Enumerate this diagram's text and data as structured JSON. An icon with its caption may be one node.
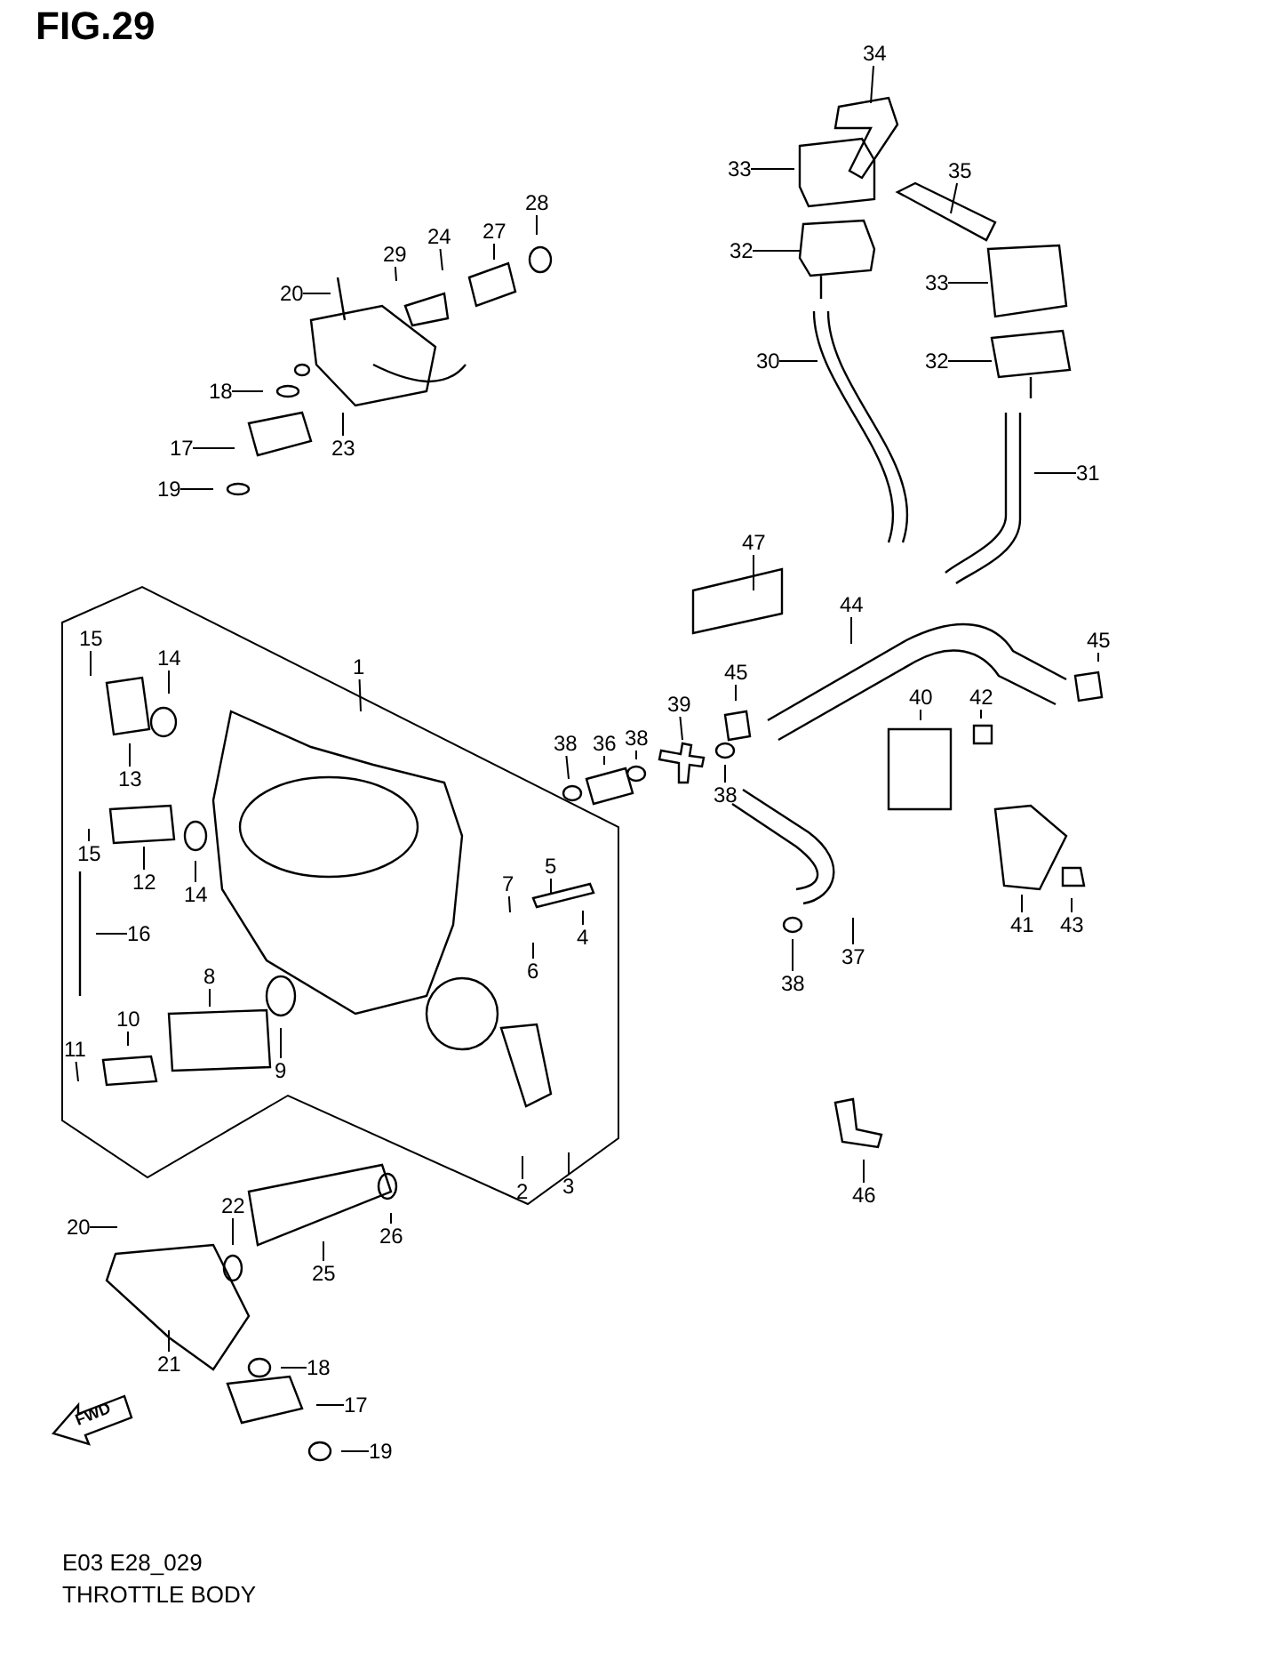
{
  "diagram": {
    "nodes": [
      {
        "text": [
          "34"
        ]
      },
      {
        "text": [
          "33"
        ]
      },
      {
        "text": [
          "35"
        ]
      },
      {
        "text": [
          "32"
        ]
      },
      {
        "text": [
          "33"
        ]
      },
      {
        "text": [
          "30"
        ]
      },
      {
        "text": [
          "32"
        ]
      },
      {
        "text": [
          "29"
        ]
      },
      {
        "text": [
          "24"
        ]
      },
      {
        "text": [
          "27"
        ]
      },
      {
        "text": [
          "28"
        ]
      },
      {
        "text": [
          "20"
        ]
      },
      {
        "text": [
          "18"
        ]
      },
      {
        "text": [
          "17"
        ]
      },
      {
        "text": [
          "19"
        ]
      },
      {
        "text": [
          "23"
        ]
      },
      {
        "text": [
          "31"
        ]
      },
      {
        "text": [
          "47"
        ]
      },
      {
        "text": [
          "44"
        ]
      },
      {
        "text": [
          "45"
        ]
      },
      {
        "text": [
          "1"
        ]
      },
      {
        "text": [
          "15"
        ]
      },
      {
        "text": [
          "14"
        ]
      },
      {
        "text": [
          "45"
        ]
      },
      {
        "text": [
          "39"
        ]
      },
      {
        "text": [
          "40"
        ]
      },
      {
        "text": [
          "42"
        ]
      },
      {
        "text": [
          "38"
        ]
      },
      {
        "text": [
          "36"
        ]
      },
      {
        "text": [
          "38"
        ]
      },
      {
        "text": [
          "13"
        ]
      },
      {
        "text": [
          "38"
        ]
      },
      {
        "text": [
          "15"
        ]
      },
      {
        "text": [
          "12"
        ]
      },
      {
        "text": [
          "14"
        ]
      },
      {
        "text": [
          "7"
        ]
      },
      {
        "text": [
          "5"
        ]
      },
      {
        "text": [
          "41"
        ]
      },
      {
        "text": [
          "43"
        ]
      },
      {
        "text": [
          "4"
        ]
      },
      {
        "text": [
          "16"
        ]
      },
      {
        "text": [
          "37"
        ]
      },
      {
        "text": [
          "6"
        ]
      },
      {
        "text": [
          "38"
        ]
      },
      {
        "text": [
          "8"
        ]
      },
      {
        "text": [
          "10"
        ]
      },
      {
        "text": [
          "11"
        ]
      },
      {
        "text": [
          "9"
        ]
      },
      {
        "text": [
          "2"
        ]
      },
      {
        "text": [
          "3"
        ]
      },
      {
        "text": [
          "46"
        ]
      },
      {
        "text": [
          "22"
        ]
      },
      {
        "text": [
          "20"
        ]
      },
      {
        "text": [
          "26"
        ]
      },
      {
        "text": [
          "25"
        ]
      },
      {
        "text": [
          "21"
        ]
      },
      {
        "text": [
          "18"
        ]
      },
      {
        "text": [
          "17"
        ]
      },
      {
        "text": [
          "19"
        ]
      }
    ],
    "edges": [
      {
        "from": 0,
        "to": null,
        "arrow": "none"
      },
      {
        "from": 1,
        "to": null,
        "arrow": "none"
      },
      {
        "from": 2,
        "to": null,
        "arrow": "none"
      },
      {
        "from": 3,
        "to": null,
        "arrow": "none"
      },
      {
        "from": 4,
        "to": null,
        "arrow": "none"
      },
      {
        "from": 5,
        "to": null,
        "arrow": "none"
      },
      {
        "from": 6,
        "to": null,
        "arrow": "none"
      },
      {
        "from": 7,
        "to": null,
        "arrow": "none"
      },
      {
        "from": 8,
        "to": null,
        "arrow": "none"
      },
      {
        "from": 9,
        "to": null,
        "arrow": "none"
      },
      {
        "from": 10,
        "to": null,
        "arrow": "none"
      },
      {
        "from": 11,
        "to": null,
        "arrow": "none"
      },
      {
        "from": 12,
        "to": null,
        "arrow": "none"
      },
      {
        "from": 13,
        "to": null,
        "arrow": "none"
      },
      {
        "from": 14,
        "to": null,
        "arrow": "none"
      },
      {
        "from": 15,
        "to": null,
        "arrow": "none"
      },
      {
        "from": 16,
        "to": null,
        "arrow": "none"
      },
      {
        "from": 17,
        "to": null,
        "arrow": "none"
      },
      {
        "from": 18,
        "to": null,
        "arrow": "none"
      },
      {
        "from": 19,
        "to": null,
        "arrow": "none"
      },
      {
        "from": 20,
        "to": null,
        "arrow": "none"
      },
      {
        "from": 21,
        "to": null,
        "arrow": "none"
      },
      {
        "from": 22,
        "to": null,
        "arrow": "none"
      },
      {
        "from": 23,
        "to": null,
        "arrow": "none"
      },
      {
        "from": 24,
        "to": null,
        "arrow": "none"
      },
      {
        "from": 25,
        "to": null,
        "arrow": "none"
      },
      {
        "from": 26,
        "to": null,
        "arrow": "none"
      },
      {
        "from": 27,
        "to": null,
        "arrow": "none"
      },
      {
        "from": 28,
        "to": null,
        "arrow": "none"
      },
      {
        "from": 29,
        "to": null,
        "arrow": "none"
      },
      {
        "from": 30,
        "to": null,
        "arrow": "none"
      },
      {
        "from": 31,
        "to": null,
        "arrow": "none"
      },
      {
        "from": 32,
        "to": null,
        "arrow": "none"
      },
      {
        "from": 33,
        "to": null,
        "arrow": "none"
      },
      {
        "from": 34,
        "to": null,
        "arrow": "none"
      },
      {
        "from": 35,
        "to": null,
        "arrow": "none"
      },
      {
        "from": 36,
        "to": null,
        "arrow": "none"
      },
      {
        "from": 37,
        "to": null,
        "arrow": "none"
      },
      {
        "from": 38,
        "to": null,
        "arrow": "none"
      },
      {
        "from": 39,
        "to": null,
        "arrow": "none"
      },
      {
        "from": 40,
        "to": null,
        "arrow": "none"
      },
      {
        "from": 41,
        "to": null,
        "arrow": "none"
      },
      {
        "from": 42,
        "to": null,
        "arrow": "none"
      },
      {
        "from": 43,
        "to": null,
        "arrow": "none"
      },
      {
        "from": 44,
        "to": null,
        "arrow": "none"
      },
      {
        "from": 45,
        "to": null,
        "arrow": "none"
      },
      {
        "from": 46,
        "to": null,
        "arrow": "none"
      },
      {
        "from": 47,
        "to": null,
        "arrow": "none"
      },
      {
        "from": 48,
        "to": null,
        "arrow": "none"
      },
      {
        "from": 49,
        "to": null,
        "arrow": "none"
      },
      {
        "from": 50,
        "to": null,
        "arrow": "none"
      },
      {
        "from": 51,
        "to": null,
        "arrow": "none"
      },
      {
        "from": 52,
        "to": null,
        "arrow": "none"
      },
      {
        "from": 53,
        "to": null,
        "arrow": "none"
      },
      {
        "from": 54,
        "to": null,
        "arrow": "none"
      },
      {
        "from": 55,
        "to": null,
        "arrow": "none"
      },
      {
        "from": 56,
        "to": null,
        "arrow": "none"
      },
      {
        "from": 57,
        "to": null,
        "arrow": "none"
      },
      {
        "from": 58,
        "to": null,
        "arrow": "none"
      }
    ],
    "labels": [
      "FIG.29",
      "FWD",
      "E03 E28_029",
      "THROTTLE BODY"
    ]
  }
}
